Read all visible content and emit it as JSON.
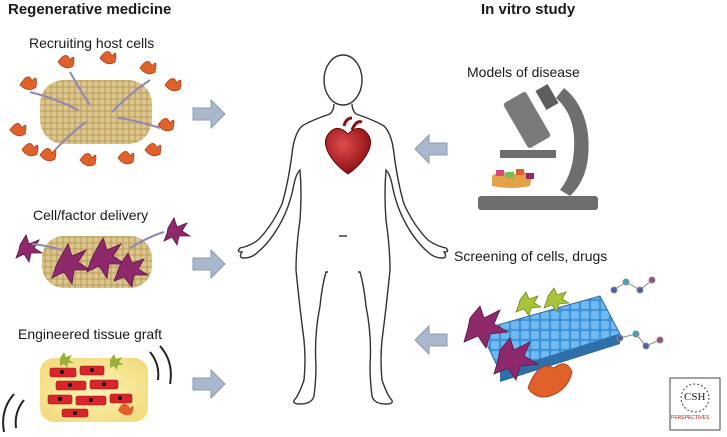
{
  "headings": {
    "left": "Regenerative medicine",
    "right": "In vitro study"
  },
  "left_panels": [
    {
      "label": "Recruiting host cells"
    },
    {
      "label": "Cell/factor delivery"
    },
    {
      "label": "Engineered tissue graft"
    }
  ],
  "right_panels": [
    {
      "label": "Models of disease"
    },
    {
      "label": "Screening of cells, drugs"
    }
  ],
  "logo": {
    "main": "CSH",
    "sub": "PERSPECTIVES"
  },
  "colors": {
    "arrow_fill": "#a9b8cc",
    "arrow_stroke": "#8a9bb2",
    "scaffold": "#d8c48e",
    "host_cell": "#e0622a",
    "delivered_cell": "#8e2a6c",
    "heart": "#b4161b",
    "microscope": "#6e6e6e",
    "screening_grid": "#4a9ee0",
    "graft_background": "#f6e79a",
    "graft_cell": "#d6262a"
  }
}
